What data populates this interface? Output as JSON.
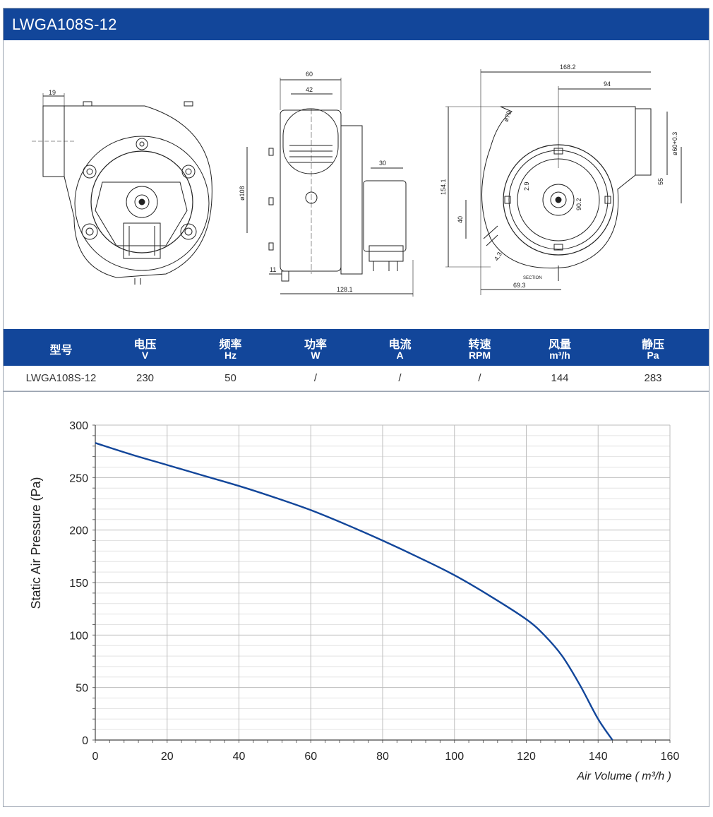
{
  "title": "LWGA108S-12",
  "drawings": {
    "side": {
      "dims": [
        "19"
      ]
    },
    "front": {
      "dims": [
        "60",
        "42",
        "ø108",
        "30",
        "11",
        "128.1"
      ]
    },
    "section": {
      "dims": [
        "168.2",
        "94",
        "ø79",
        "ø60+0.3",
        "55",
        "154.1",
        "2.9",
        "90.2",
        "40",
        "4.3",
        "SECTION",
        "69.3"
      ]
    }
  },
  "table": {
    "headers": [
      {
        "zh": "型号",
        "unit": ""
      },
      {
        "zh": "电压",
        "unit": "V"
      },
      {
        "zh": "频率",
        "unit": "Hz"
      },
      {
        "zh": "功率",
        "unit": "W"
      },
      {
        "zh": "电流",
        "unit": "A"
      },
      {
        "zh": "转速",
        "unit": "RPM"
      },
      {
        "zh": "风量",
        "unit": "m³/h"
      },
      {
        "zh": "静压",
        "unit": "Pa"
      }
    ],
    "row": [
      "LWGA108S-12",
      "230",
      "50",
      "/",
      "/",
      "/",
      "144",
      "283"
    ]
  },
  "chart_data": {
    "type": "line",
    "title": "",
    "xlabel": "Air Volume ( m³/h )",
    "ylabel": "Static Air Pressure  (Pa)",
    "xlim": [
      0,
      160
    ],
    "ylim": [
      0,
      300
    ],
    "xticks": [
      "0",
      "20",
      "40",
      "60",
      "80",
      "100",
      "120",
      "140",
      "160"
    ],
    "yticks": [
      "0",
      "50",
      "100",
      "150",
      "200",
      "250",
      "300"
    ],
    "grid": true,
    "series": [
      {
        "color": "#12469a",
        "x": [
          0,
          10,
          20,
          30,
          40,
          50,
          60,
          70,
          80,
          90,
          100,
          110,
          120,
          125,
          130,
          135,
          140,
          144
        ],
        "y": [
          283,
          272,
          262,
          252,
          242,
          231,
          219,
          205,
          190,
          174,
          157,
          137,
          115,
          100,
          80,
          52,
          20,
          0
        ]
      }
    ]
  }
}
